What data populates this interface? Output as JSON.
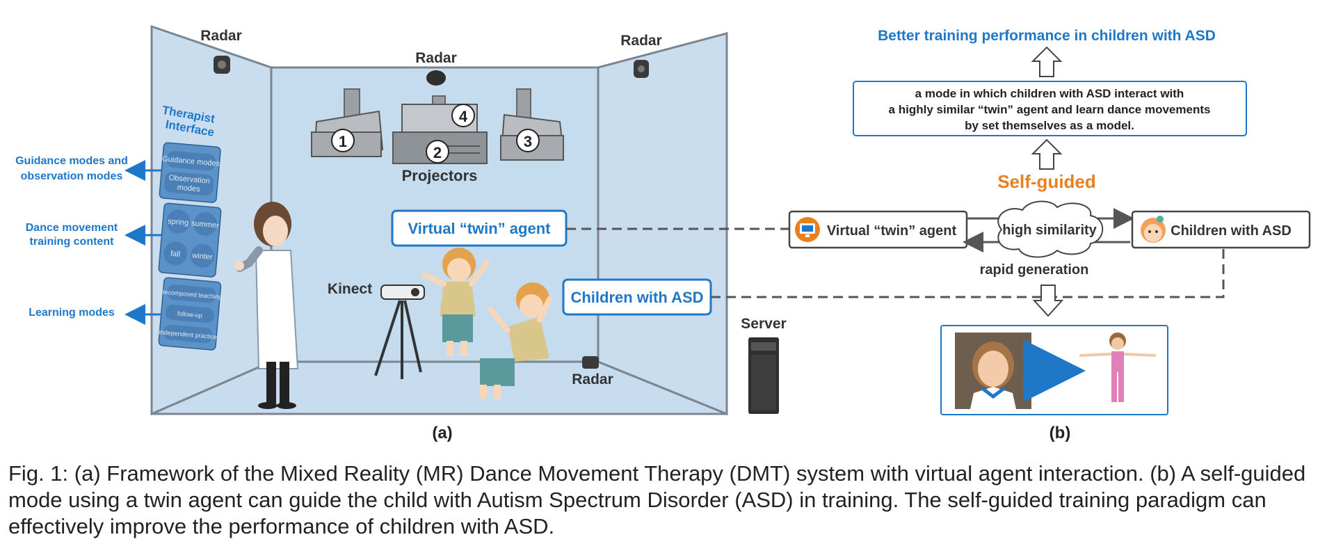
{
  "panel_a": {
    "radar_top_left": "Radar",
    "radar_top_center": "Radar",
    "radar_top_right": "Radar",
    "radar_floor": "Radar",
    "projectors": "Projectors",
    "projector_nums": [
      "①",
      "②",
      "③",
      "④"
    ],
    "kinect": "Kinect",
    "server": "Server",
    "virtual_agent_box": "Virtual “twin” agent",
    "children_box": "Children with ASD",
    "therapist_title_1": "Therapist",
    "therapist_title_2": "Interface",
    "panel_guidance": "Guidance modes",
    "panel_observation_1": "Observation",
    "panel_observation_2": "modes",
    "seasons": [
      "spring",
      "summer",
      "fall",
      "winter"
    ],
    "learning_items": [
      "decomposed teaching",
      "follow-up",
      "independent practice"
    ],
    "side_guidance_1": "Guidance modes and",
    "side_guidance_2": "observation modes",
    "side_dance_1": "Dance movement",
    "side_dance_2": "training content",
    "side_learning": "Learning modes",
    "label": "(a)"
  },
  "panel_b": {
    "top_title": "Better training performance in children with ASD",
    "mode_line1": "a mode in which children with ASD interact with",
    "mode_line2": "a highly similar “twin” agent and learn dance movements",
    "mode_line3": "by set themselves as a model.",
    "self_guided": "Self-guided",
    "agent_box": "Virtual “twin” agent",
    "cloud": "high similarity",
    "children_box": "Children with ASD",
    "rapid": "rapid generation",
    "label": "(b)"
  },
  "caption": "Fig. 1: (a) Framework of the Mixed Reality (MR) Dance Movement Therapy (DMT) system with virtual agent interaction. (b) A self-guided mode using a twin agent can guide the child with Autism Spectrum Disorder (ASD) in training. The self-guided training paradigm can effectively improve the performance of children with ASD.",
  "colors": {
    "wall": "#c7dcee",
    "accent": "#1f77c8",
    "orange": "#e8801e"
  }
}
